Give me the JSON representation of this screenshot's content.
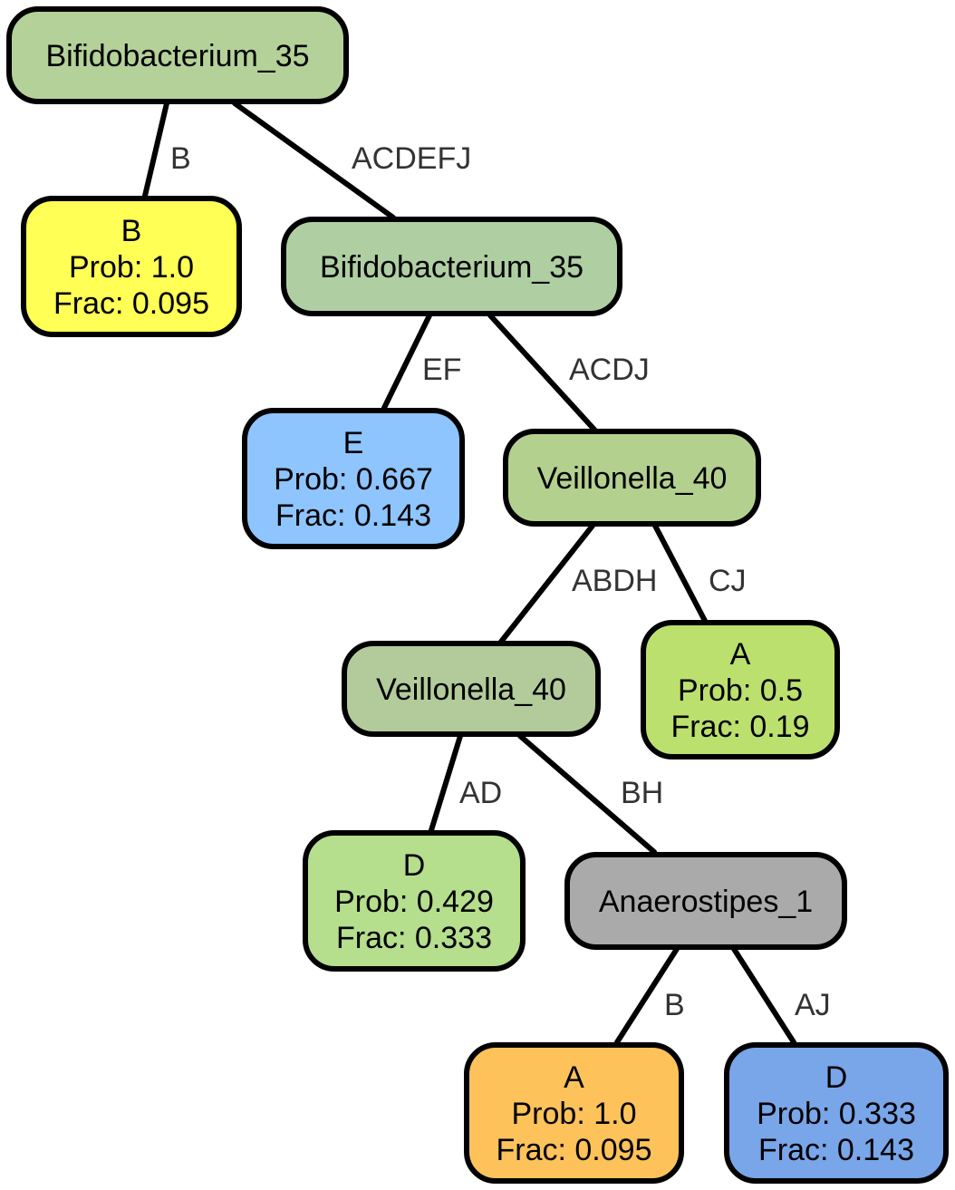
{
  "nodes": {
    "root": {
      "lines": [
        "Bifidobacterium_35"
      ],
      "color": "#b5d19a"
    },
    "leafB": {
      "lines": [
        "B",
        "Prob: 1.0",
        "Frac: 0.095"
      ],
      "color": "#ffff55"
    },
    "bif2": {
      "lines": [
        "Bifidobacterium_35"
      ],
      "color": "#afcfa3"
    },
    "leafE": {
      "lines": [
        "E",
        "Prob: 0.667",
        "Frac: 0.143"
      ],
      "color": "#8ec5ff"
    },
    "veil1": {
      "lines": [
        "Veillonella_40"
      ],
      "color": "#b4d08f"
    },
    "veil2": {
      "lines": [
        "Veillonella_40"
      ],
      "color": "#b3cb9b"
    },
    "leafA1": {
      "lines": [
        "A",
        "Prob: 0.5",
        "Frac: 0.19"
      ],
      "color": "#bce06e"
    },
    "leafD1": {
      "lines": [
        "D",
        "Prob: 0.429",
        "Frac: 0.333"
      ],
      "color": "#b5de8d"
    },
    "anaero": {
      "lines": [
        "Anaerostipes_1"
      ],
      "color": "#aaaaaa"
    },
    "leafA2": {
      "lines": [
        "A",
        "Prob: 1.0",
        "Frac: 0.095"
      ],
      "color": "#fdc25a"
    },
    "leafD2": {
      "lines": [
        "D",
        "Prob: 0.333",
        "Frac: 0.143"
      ],
      "color": "#79a5e9"
    }
  },
  "edges": [
    {
      "from": "root",
      "to": "leafB",
      "label": "B"
    },
    {
      "from": "root",
      "to": "bif2",
      "label": "ACDEFJ"
    },
    {
      "from": "bif2",
      "to": "leafE",
      "label": "EF"
    },
    {
      "from": "bif2",
      "to": "veil1",
      "label": "ACDJ"
    },
    {
      "from": "veil1",
      "to": "veil2",
      "label": "ABDH"
    },
    {
      "from": "veil1",
      "to": "leafA1",
      "label": "CJ"
    },
    {
      "from": "veil2",
      "to": "leafD1",
      "label": "AD"
    },
    {
      "from": "veil2",
      "to": "anaero",
      "label": "BH"
    },
    {
      "from": "anaero",
      "to": "leafA2",
      "label": "B"
    },
    {
      "from": "anaero",
      "to": "leafD2",
      "label": "AJ"
    }
  ]
}
